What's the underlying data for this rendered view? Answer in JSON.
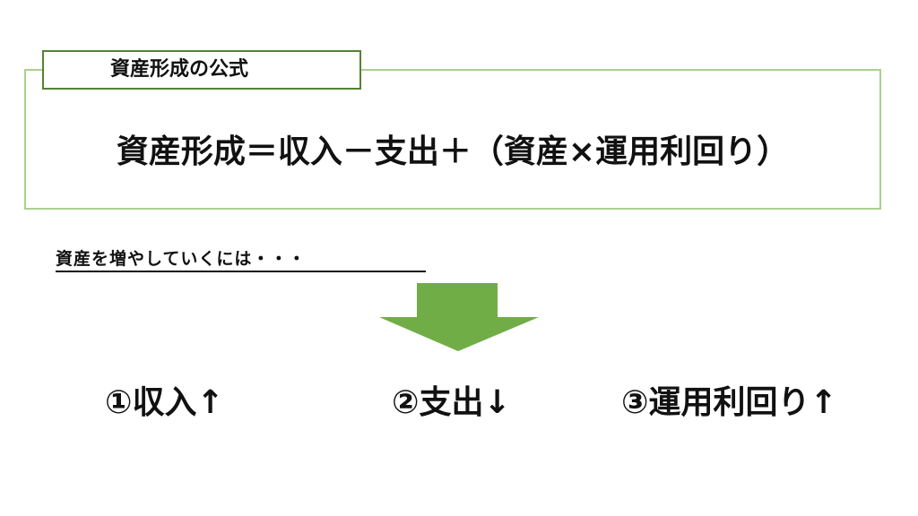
{
  "box": {
    "label": "資産形成の公式",
    "formula": "資産形成＝収入－支出＋（資産×運用利回り）"
  },
  "subheading": "資産を増やしていくには・・・",
  "items": [
    {
      "text": "①収入↑"
    },
    {
      "text": "②支出↓"
    },
    {
      "text": "③運用利回り↑"
    }
  ],
  "colors": {
    "box_border": "#a9d18e",
    "label_border": "#548235",
    "arrow": "#70ad47",
    "text": "#111111"
  },
  "icons": {
    "arrow": "down-arrow-icon"
  }
}
